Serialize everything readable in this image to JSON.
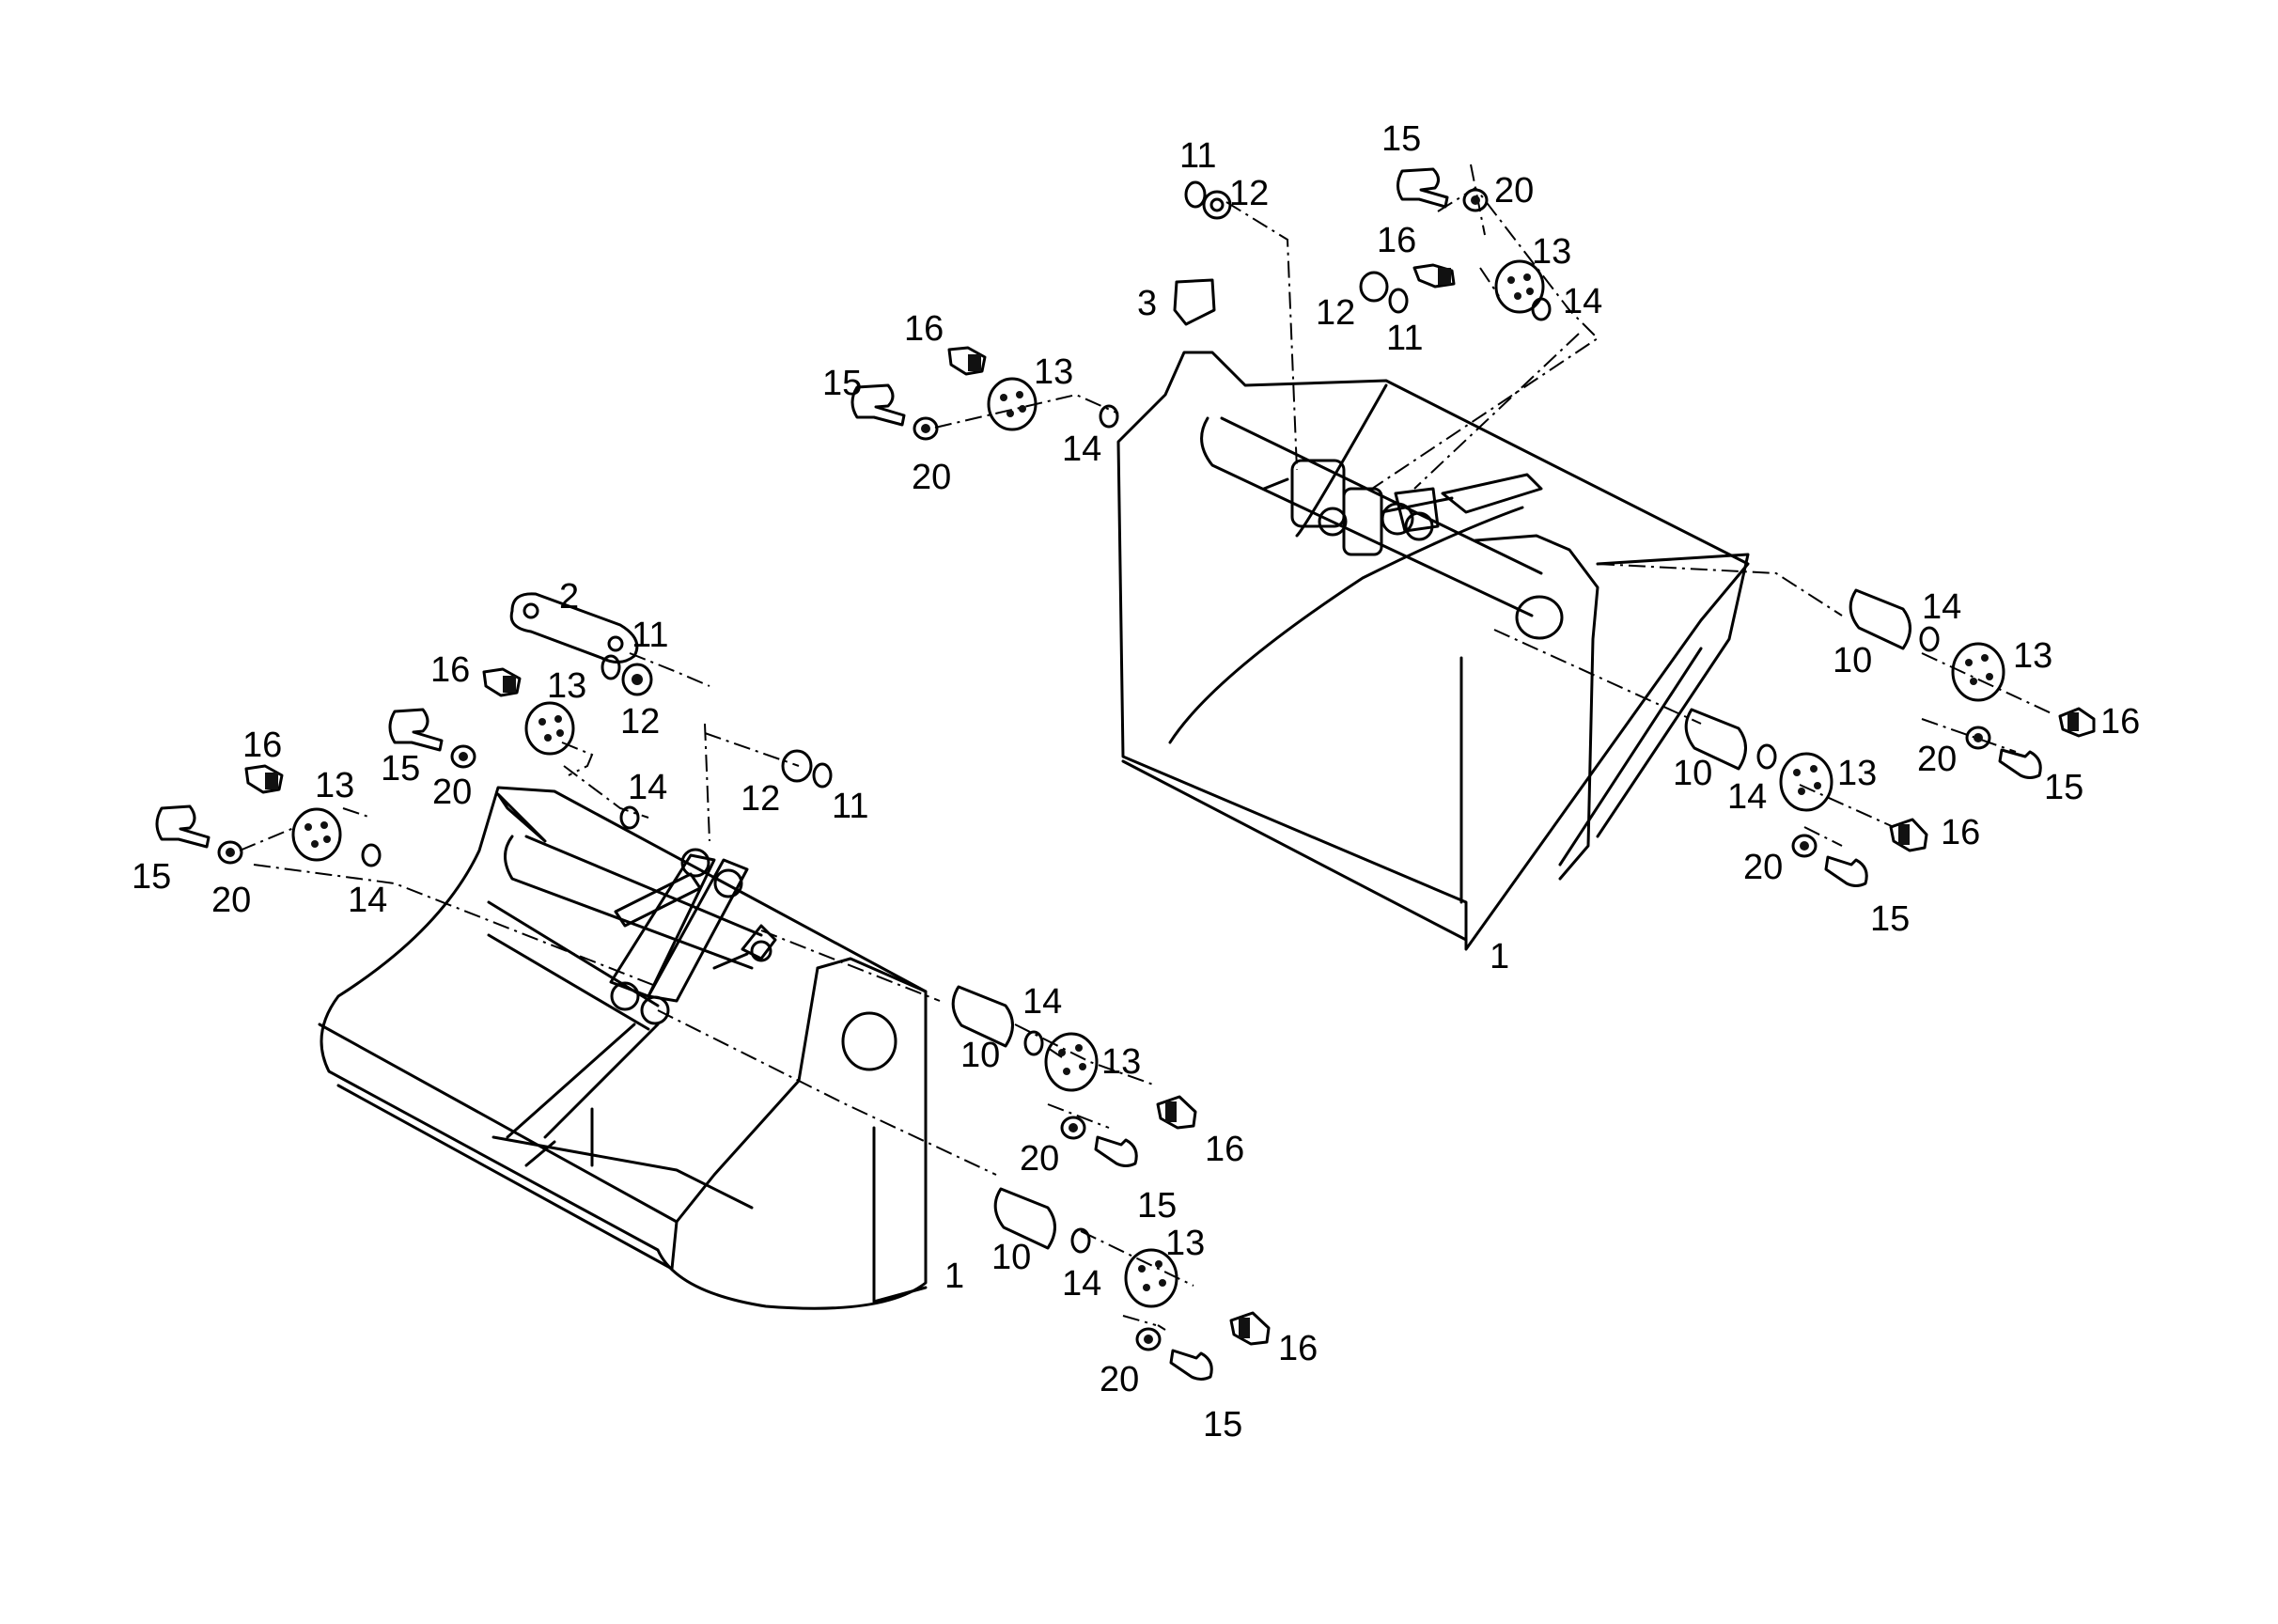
{
  "diagram": {
    "callouts_upper_bucket": [
      {
        "id": "u11",
        "text": "11"
      },
      {
        "id": "u12",
        "text": "12"
      },
      {
        "id": "u15",
        "text": "15"
      },
      {
        "id": "u20",
        "text": "20"
      },
      {
        "id": "u3",
        "text": "3"
      },
      {
        "id": "u16",
        "text": "16"
      },
      {
        "id": "u13",
        "text": "13"
      },
      {
        "id": "u12b",
        "text": "12"
      },
      {
        "id": "u11b",
        "text": "11"
      },
      {
        "id": "u14",
        "text": "14"
      },
      {
        "id": "u16L",
        "text": "16"
      },
      {
        "id": "u13L",
        "text": "13"
      },
      {
        "id": "u15L",
        "text": "15"
      },
      {
        "id": "u20L",
        "text": "20"
      },
      {
        "id": "u14L",
        "text": "14"
      },
      {
        "id": "u14R",
        "text": "14"
      },
      {
        "id": "u10R",
        "text": "10"
      },
      {
        "id": "u13R",
        "text": "13"
      },
      {
        "id": "u16R",
        "text": "16"
      },
      {
        "id": "u20R",
        "text": "20"
      },
      {
        "id": "u15R",
        "text": "15"
      },
      {
        "id": "u10M",
        "text": "10"
      },
      {
        "id": "u14M",
        "text": "14"
      },
      {
        "id": "u13M",
        "text": "13"
      },
      {
        "id": "u16M",
        "text": "16"
      },
      {
        "id": "u20M",
        "text": "20"
      },
      {
        "id": "u15M",
        "text": "15"
      },
      {
        "id": "u1",
        "text": "1"
      }
    ],
    "callouts_lower_bucket": [
      {
        "id": "l2",
        "text": "2"
      },
      {
        "id": "l11",
        "text": "11"
      },
      {
        "id": "l16a",
        "text": "16"
      },
      {
        "id": "l13a",
        "text": "13"
      },
      {
        "id": "l12",
        "text": "12"
      },
      {
        "id": "l15a",
        "text": "15"
      },
      {
        "id": "l20a",
        "text": "20"
      },
      {
        "id": "l16b",
        "text": "16"
      },
      {
        "id": "l13b",
        "text": "13"
      },
      {
        "id": "l14a",
        "text": "14"
      },
      {
        "id": "l12b",
        "text": "12"
      },
      {
        "id": "l11b",
        "text": "11"
      },
      {
        "id": "l15b",
        "text": "15"
      },
      {
        "id": "l20b",
        "text": "20"
      },
      {
        "id": "l14b",
        "text": "14"
      },
      {
        "id": "l14c",
        "text": "14"
      },
      {
        "id": "l10c",
        "text": "10"
      },
      {
        "id": "l13c",
        "text": "13"
      },
      {
        "id": "l20c",
        "text": "20"
      },
      {
        "id": "l16c",
        "text": "16"
      },
      {
        "id": "l15c",
        "text": "15"
      },
      {
        "id": "l10d",
        "text": "10"
      },
      {
        "id": "l13d",
        "text": "13"
      },
      {
        "id": "l14d",
        "text": "14"
      },
      {
        "id": "l16d",
        "text": "16"
      },
      {
        "id": "l20d",
        "text": "20"
      },
      {
        "id": "l15d",
        "text": "15"
      },
      {
        "id": "l1",
        "text": "1"
      }
    ]
  }
}
